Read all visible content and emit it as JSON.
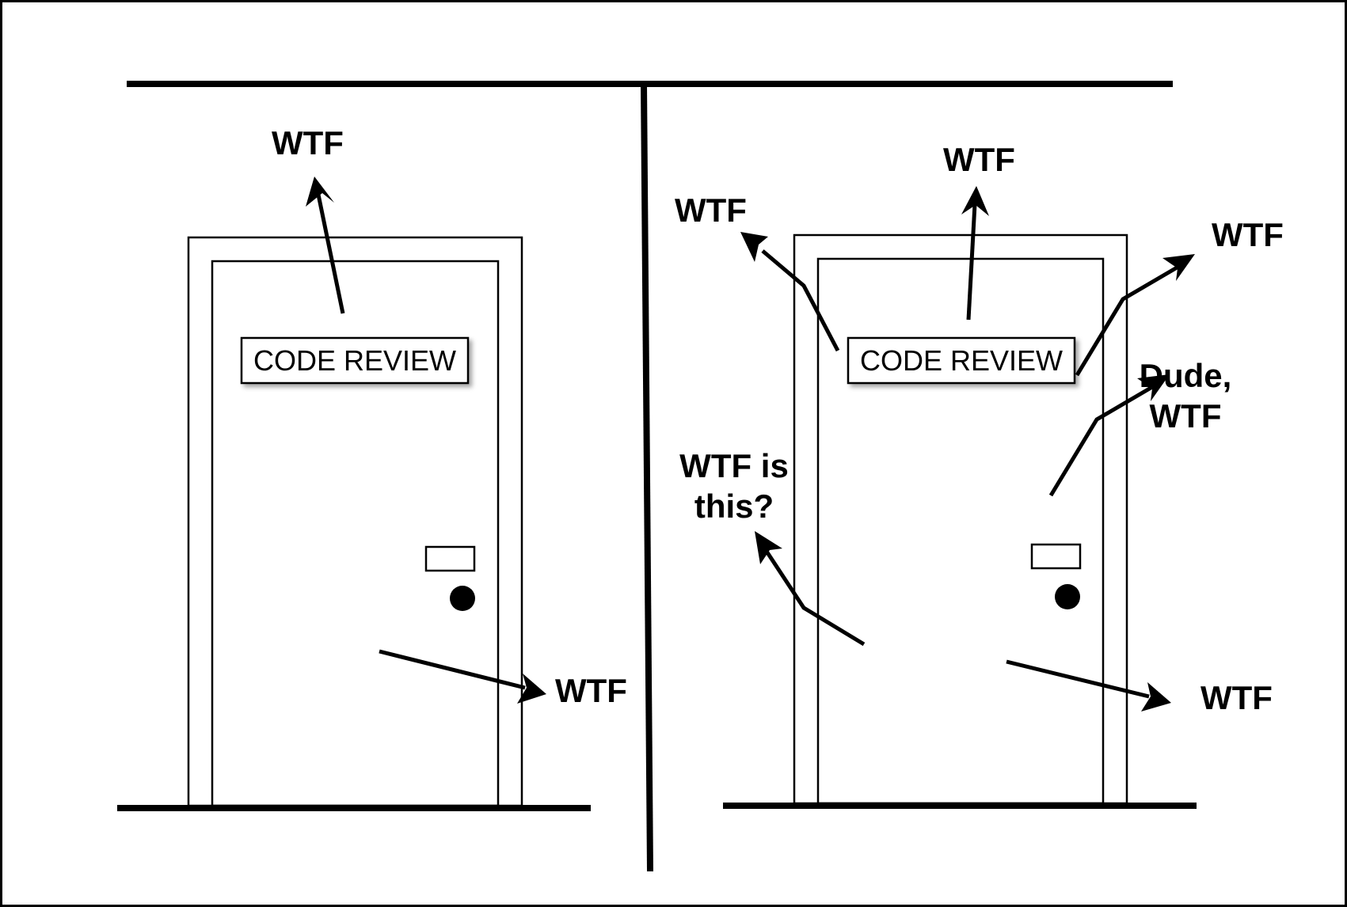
{
  "colors": {
    "ink": "#000000",
    "paper": "#ffffff"
  },
  "left_panel": {
    "sign": "CODE REVIEW",
    "labels": [
      "WTF",
      "WTF"
    ]
  },
  "right_panel": {
    "sign": "CODE REVIEW",
    "labels": [
      "WTF",
      "WTF",
      "WTF",
      "Dude,",
      "WTF",
      "WTF is",
      "this?",
      "WTF"
    ]
  }
}
